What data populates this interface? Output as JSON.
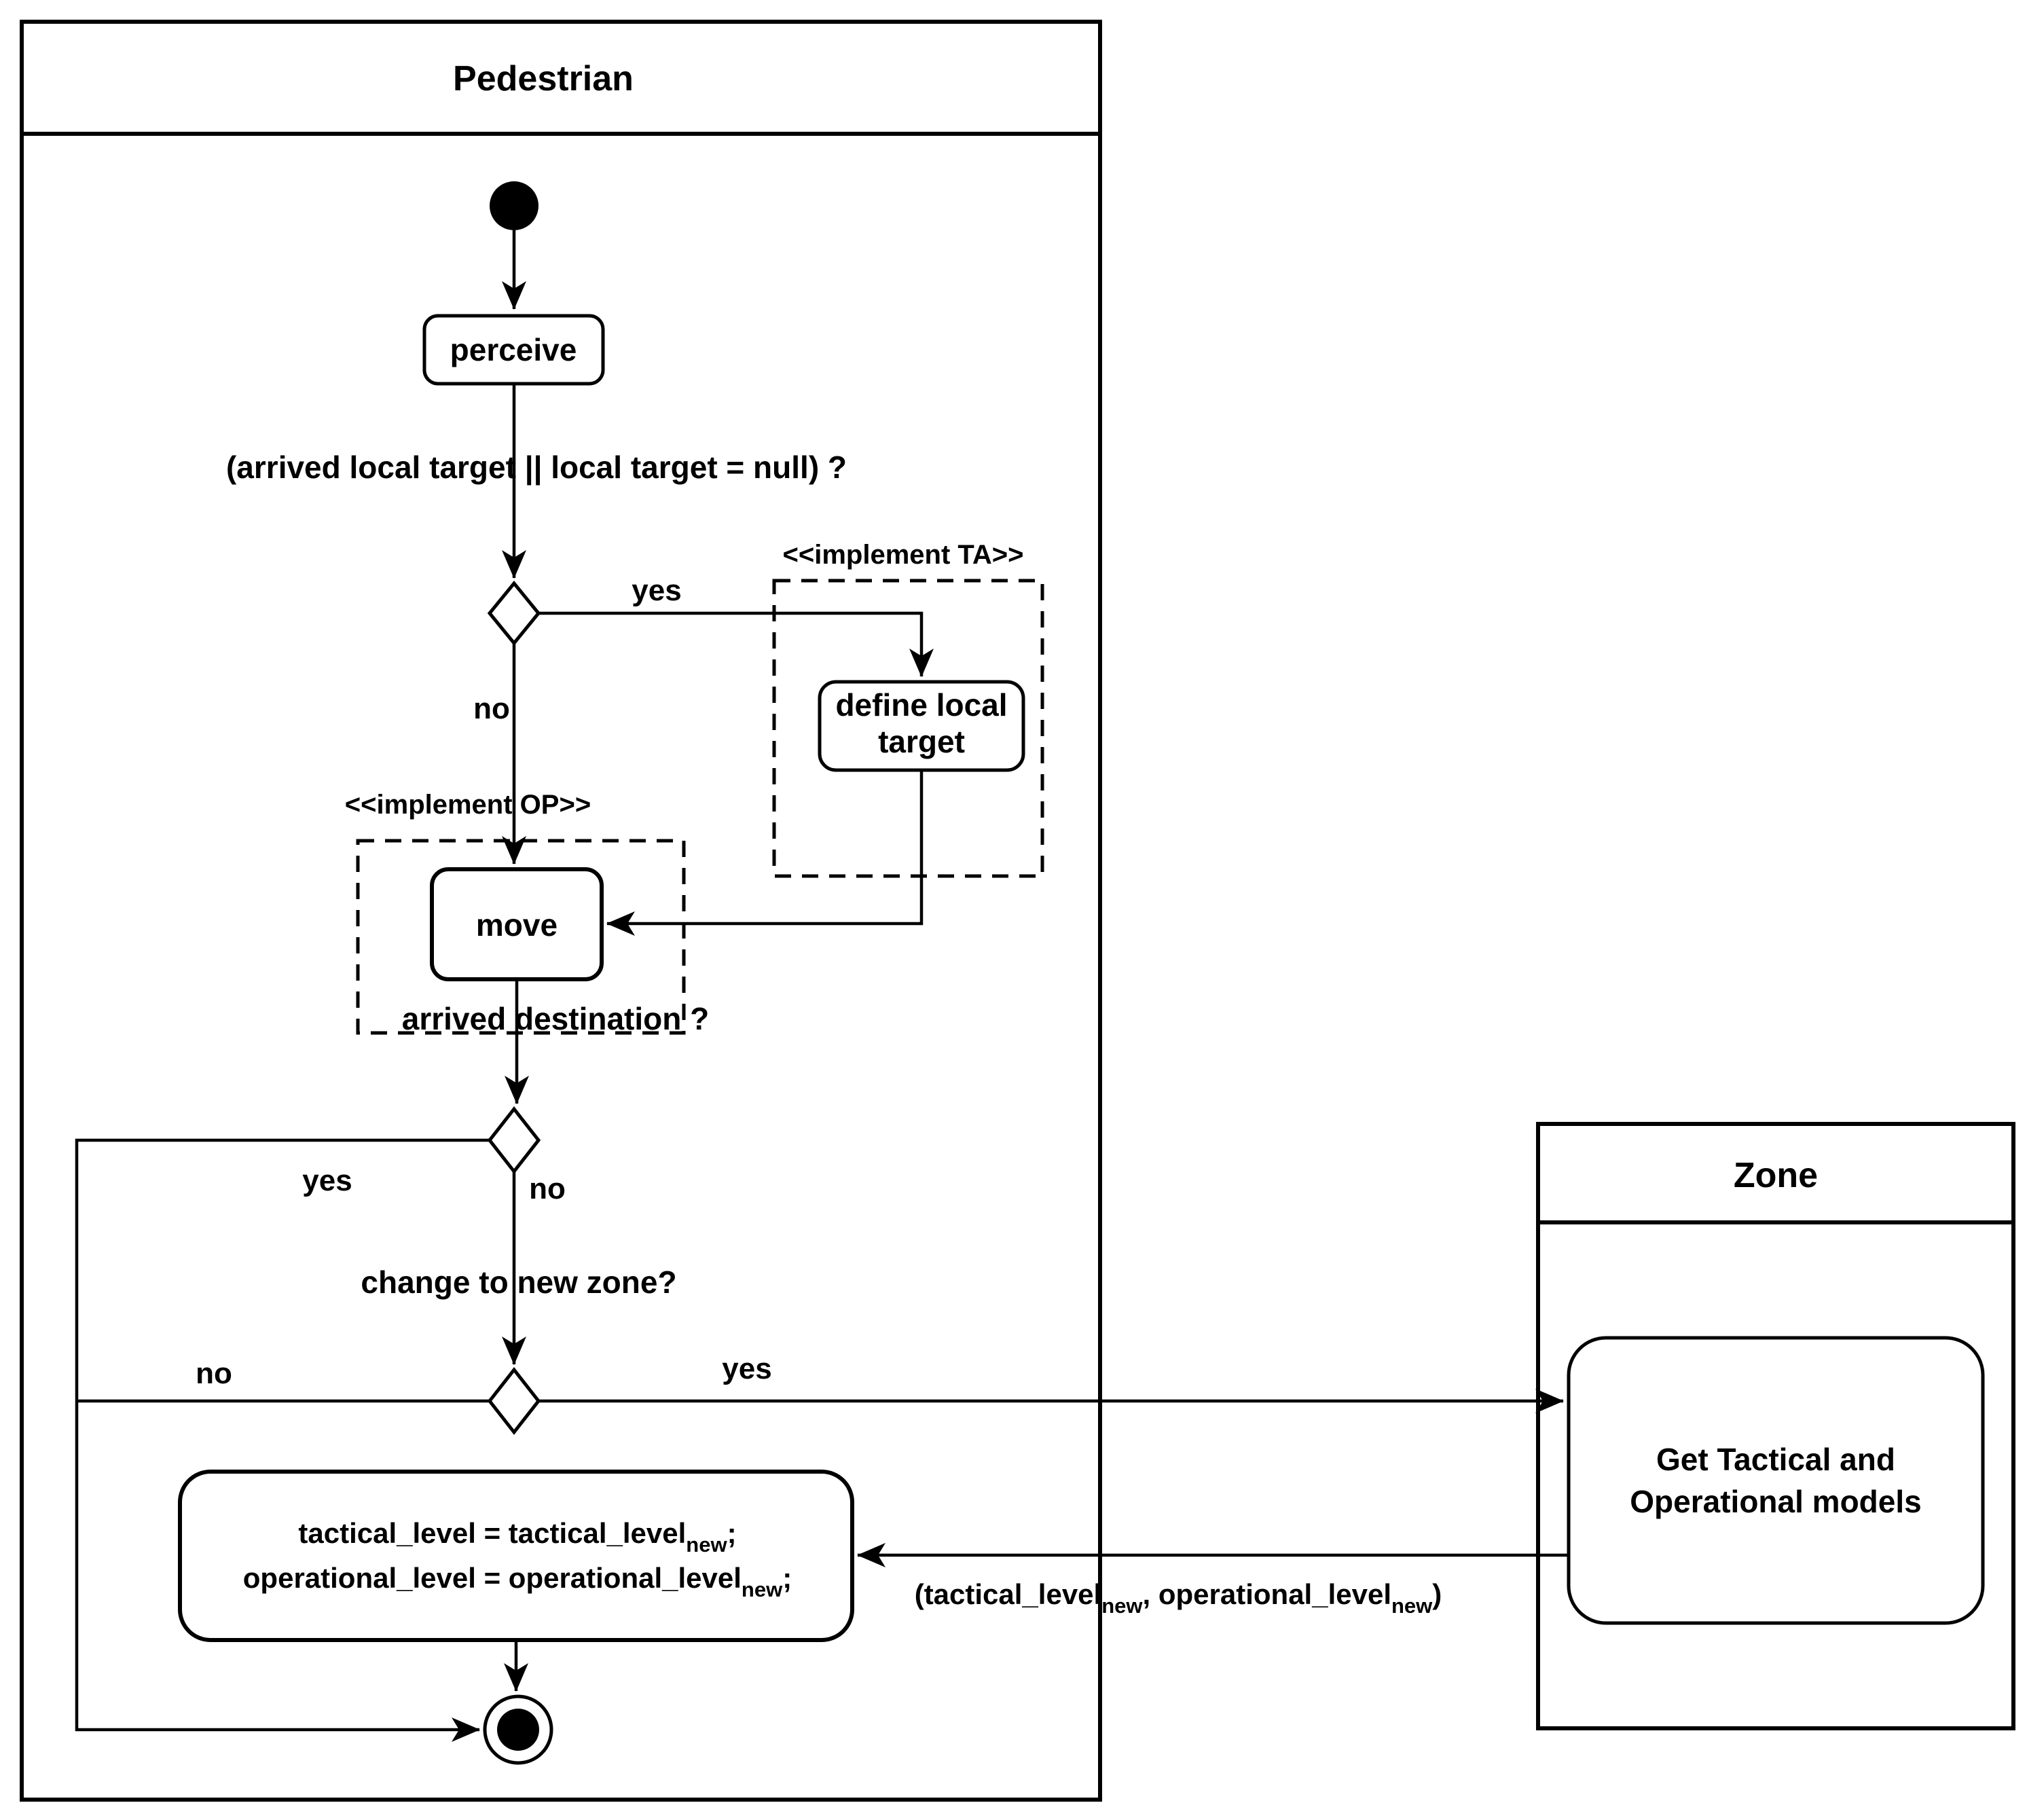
{
  "page": {
    "background": "#ffffff",
    "line_color": "#000000"
  },
  "partitions": {
    "pedestrian": {
      "title": "Pedestrian"
    },
    "zone": {
      "title": "Zone"
    }
  },
  "nodes": {
    "perceive_label": "perceive",
    "define_local_target_line1": "define local",
    "define_local_target_line2": "target",
    "move_label": "move",
    "assign_line1_main": "tactical_level  =  tactical_level",
    "assign_line1_sub": "new",
    "assign_line1_end": ";",
    "assign_line2_main": "operational_level = operational_level",
    "assign_line2_sub": "new",
    "assign_line2_end": ";",
    "get_models_line1": "Get Tactical and",
    "get_models_line2": "Operational models"
  },
  "stereotypes": {
    "implement_ta": "<<implement TA>>",
    "implement_op": "<<implement OP>>"
  },
  "conditions": {
    "local_target": "(arrived local target || local target = null) ?",
    "arrived_destination": "arrived destination ?",
    "change_zone": "change to new zone?"
  },
  "edge_labels": {
    "d1_yes": "yes",
    "d1_no": "no",
    "d2_yes": "yes",
    "d2_no": "no",
    "d3_yes": "yes",
    "d3_no": "no"
  },
  "return_label": {
    "p1": "(tactical_level",
    "s1": "new",
    "p2": ", operational_level",
    "s2": "new",
    "p3": ")"
  }
}
